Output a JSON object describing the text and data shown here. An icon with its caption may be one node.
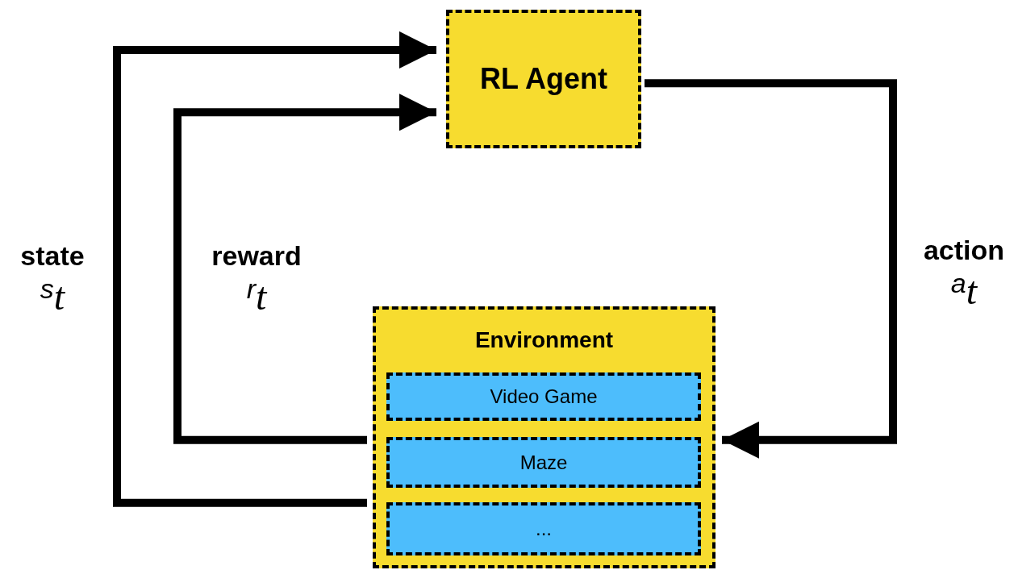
{
  "diagram": {
    "nodes": [
      {
        "text": [
          "RL Agent"
        ]
      },
      {
        "text": [
          "Environment"
        ]
      },
      {
        "text": [
          "Video Game"
        ],
        "in": 1
      },
      {
        "text": [
          "Maze"
        ],
        "in": 1
      },
      {
        "text": [
          "..."
        ],
        "in": 1
      }
    ],
    "edges": [
      {
        "from": 0,
        "to": 1,
        "arrow": "to",
        "label": "**action** *a*$_{t}$"
      },
      {
        "from": 1,
        "to": 0,
        "arrow": "to",
        "label": "**reward** *r*$_{t}$"
      },
      {
        "from": 1,
        "to": 0,
        "arrow": "to",
        "label": "**state** *s*$_{t}$"
      }
    ]
  }
}
